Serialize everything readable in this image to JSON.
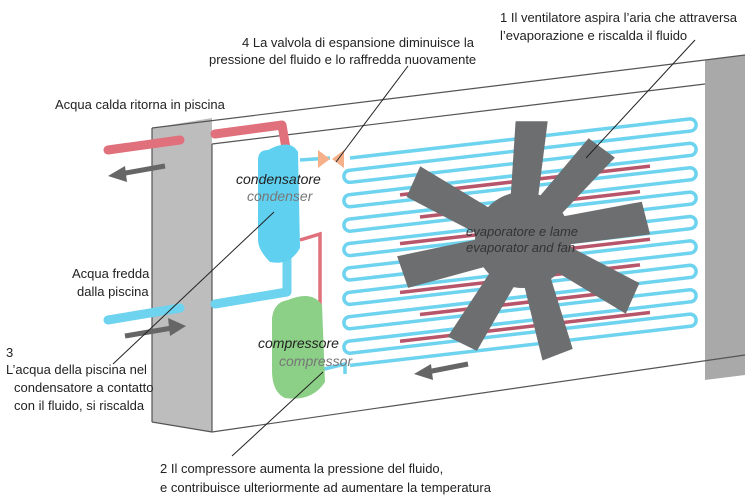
{
  "annotations": {
    "fan_step_l1": "1 Il  ventilatore aspira l’aria che attraversa",
    "fan_step_l2": "l’evaporazione e riscalda il fluido",
    "valve_step_l1": "4 La valvola di espansione diminuisce la",
    "valve_step_l2": "pressione del fluido e lo raffredda nuovamente",
    "hot_return": "Acqua calda ritorna in  piscina",
    "cold_in_l1": "Acqua fredda",
    "cold_in_l2": "dalla piscina",
    "pool_step_num": "3",
    "pool_step_l1": "L’acqua della piscina nel",
    "pool_step_l2": "condensatore a contatto",
    "pool_step_l3": "con il fluido, si riscalda",
    "compressor_step_l1": "2 Il compressore aumenta la pressione del fluido,",
    "compressor_step_l2": "e contribuisce ulteriormente ad aumentare la temperatura"
  },
  "components": {
    "condenser_it": "condensatore",
    "condenser_en": "condenser",
    "compressor_it": "compressore",
    "compressor_en": "compressor",
    "evaporator_it": "evaporatore e lame",
    "evaporator_en": "evaporator and fan"
  },
  "colors": {
    "hot_pipe": "#e0707c",
    "cold_pipe": "#6dd3ef",
    "condenser": "#5fd0f0",
    "compressor": "#8ccf86",
    "fan": "#6d6e70",
    "casing": "#b5b5b5",
    "arrow": "#666666"
  }
}
